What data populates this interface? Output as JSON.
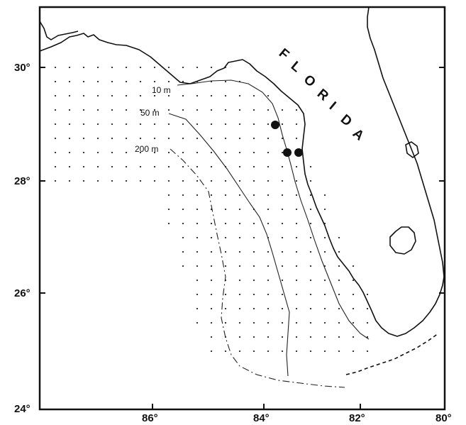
{
  "map": {
    "region_label": "FLORIDA",
    "latitude_labels": [
      "30°",
      "28°",
      "26°",
      "24°"
    ],
    "longitude_labels": [
      "86°",
      "84°",
      "82°",
      "80°"
    ],
    "depth_contours": [
      {
        "label": "10 m"
      },
      {
        "label": "50 m"
      },
      {
        "label": "200 m"
      }
    ],
    "station_grid": "dot",
    "stations_marked": 3,
    "colors": {
      "ink": "#111111",
      "background": "#ffffff"
    }
  }
}
